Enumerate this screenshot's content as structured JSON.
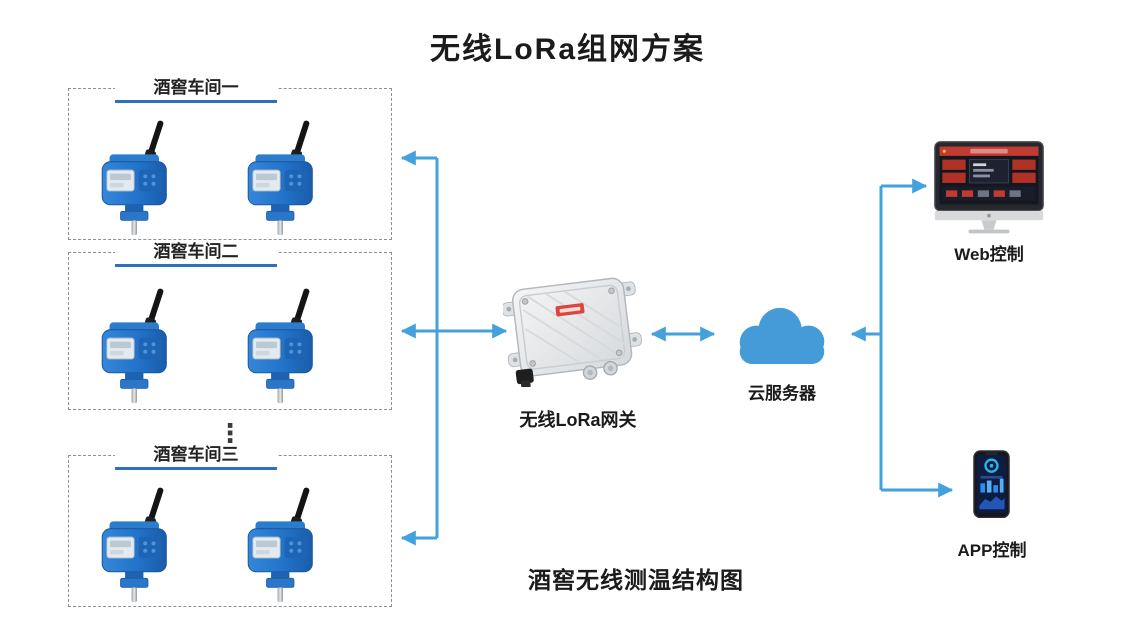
{
  "title": "无线LoRa组网方案",
  "caption": "酒窖无线测温结构图",
  "workshops": [
    {
      "label": "酒窖车间一"
    },
    {
      "label": "酒窖车间二"
    },
    {
      "label": "酒窖车间三"
    }
  ],
  "ellipsis": "⋮",
  "gateway": {
    "label": "无线LoRa网关"
  },
  "cloud": {
    "label": "云服务器"
  },
  "endpoints": {
    "web": {
      "label": "Web控制"
    },
    "app": {
      "label": "APP控制"
    }
  },
  "icons": {
    "sensor": "wireless-temperature-sensor",
    "gateway": "lora-gateway-device",
    "cloud": "cloud-server",
    "monitor": "desktop-monitor-dashboard",
    "phone": "smartphone-app"
  },
  "colors": {
    "connector": "#43a1db",
    "sensor_body": "#2273c9",
    "cloud_fill": "#459ad8",
    "label_underline": "#2e6fbe",
    "dashboard_accent_red": "#c23b30",
    "text": "#1b1b1b"
  }
}
